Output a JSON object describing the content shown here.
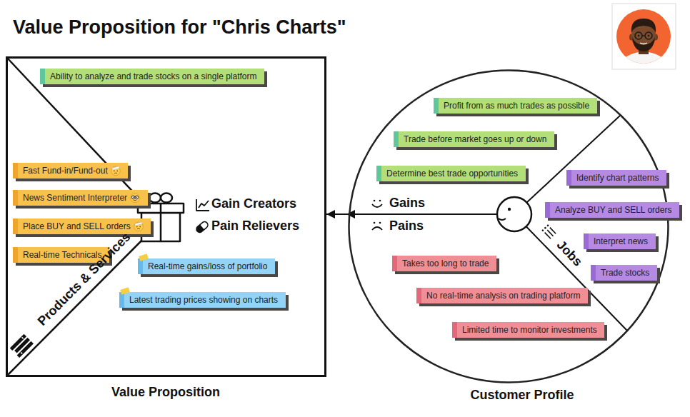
{
  "diagram": {
    "title": "Value Proposition for \"Chris Charts\"",
    "nodes": [
      {
        "text": [
          "Value Proposition"
        ]
      },
      {
        "text": [
          "Ability to analyze and trade stocks on a single platform"
        ],
        "in": 0
      },
      {
        "text": [
          "Fast Fund-in/Fund-out"
        ],
        "in": 0
      },
      {
        "text": [
          "News Sentiment Interpreter"
        ],
        "in": 0
      },
      {
        "text": [
          "Place BUY and SELL orders"
        ],
        "in": 0
      },
      {
        "text": [
          "Real-time Technicals"
        ],
        "in": 0
      },
      {
        "text": [
          "Real-time gains/loss of portfolio"
        ],
        "in": 0
      },
      {
        "text": [
          "Latest trading prices showing on charts"
        ],
        "in": 0
      },
      {
        "text": [
          "Customer Profile"
        ]
      },
      {
        "text": [
          "Profit from as much trades as possible"
        ],
        "in": 8
      },
      {
        "text": [
          "Trade before market goes up or down"
        ],
        "in": 8
      },
      {
        "text": [
          "Determine best trade opportunities"
        ],
        "in": 8
      },
      {
        "text": [
          "Identify chart patterns"
        ],
        "in": 8
      },
      {
        "text": [
          "Analyze BUY and SELL orders"
        ],
        "in": 8
      },
      {
        "text": [
          "Interpret news"
        ],
        "in": 8
      },
      {
        "text": [
          "Trade stocks"
        ],
        "in": 8
      },
      {
        "text": [
          "Takes too long to trade"
        ],
        "in": 8
      },
      {
        "text": [
          "No real-time analysis on trading platform"
        ],
        "in": 8
      },
      {
        "text": [
          "Limited time to monitor investments"
        ],
        "in": 8
      }
    ],
    "edges": [
      {
        "from": 8,
        "to": 0,
        "arrow": "to"
      }
    ],
    "labels": [
      "Gain Creators",
      "Pain Relievers",
      "Products & Services",
      "Gains",
      "Pains",
      "Jobs"
    ]
  }
}
